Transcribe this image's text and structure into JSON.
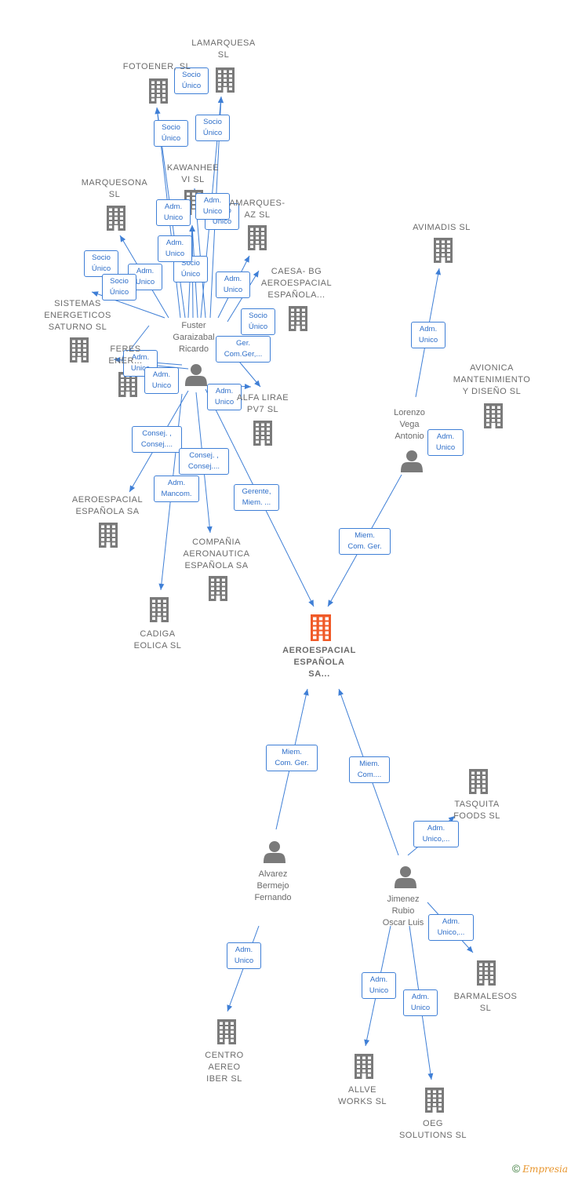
{
  "nodes": [
    {
      "id": "central",
      "type": "company",
      "central": true,
      "label": [
        "AEROESPACIAL",
        "ESPAÑOLA",
        "SA..."
      ]
    },
    {
      "id": "fuster",
      "type": "person",
      "label": [
        "Fuster",
        "Garaizabal",
        "Ricardo"
      ]
    },
    {
      "id": "lorenzo",
      "type": "person",
      "label": [
        "Lorenzo",
        "Vega",
        "Antonio"
      ]
    },
    {
      "id": "alvarez",
      "type": "person",
      "label": [
        "Alvarez",
        "Bermejo",
        "Fernando"
      ]
    },
    {
      "id": "jimenez",
      "type": "person",
      "label": [
        "Jimenez",
        "Rubio",
        "Oscar Luis"
      ]
    },
    {
      "id": "lamarquesa",
      "type": "company",
      "label": [
        "LAMARQUESA",
        "SL"
      ]
    },
    {
      "id": "fotoener",
      "type": "company",
      "label": [
        "FOTOENER, SL"
      ]
    },
    {
      "id": "kawanhee",
      "type": "company",
      "label": [
        "KAWANHEE",
        "VI SL"
      ]
    },
    {
      "id": "marquesona",
      "type": "company",
      "label": [
        "MARQUESONA",
        "SL"
      ]
    },
    {
      "id": "marquesaz",
      "type": "company",
      "label": [
        "AMARQUES-",
        "AZ  SL"
      ]
    },
    {
      "id": "caesa",
      "type": "company",
      "label": [
        "CAESA- BG",
        "AEROESPACIAL",
        "ESPAÑOLA..."
      ]
    },
    {
      "id": "sistemas",
      "type": "company",
      "label": [
        "SISTEMAS",
        "ENERGETICOS",
        "SATURNO  SL"
      ]
    },
    {
      "id": "feres",
      "type": "company",
      "label": [
        "FERES",
        "ENER..."
      ]
    },
    {
      "id": "alfa",
      "type": "company",
      "label": [
        "ALFA LIRAE",
        "PV7  SL"
      ]
    },
    {
      "id": "avimadis",
      "type": "company",
      "label": [
        "AVIMADIS  SL"
      ]
    },
    {
      "id": "avionica",
      "type": "company",
      "label": [
        "AVIONICA",
        "MANTENIMIENTO",
        "Y DISEÑO SL"
      ]
    },
    {
      "id": "aeroesp_sa",
      "type": "company",
      "label": [
        "AEROESPACIAL",
        "ESPAÑOLA SA"
      ]
    },
    {
      "id": "compania",
      "type": "company",
      "label": [
        "COMPAÑIA",
        "AERONAUTICA",
        "ESPAÑOLA SA"
      ]
    },
    {
      "id": "cadiga",
      "type": "company",
      "label": [
        "CADIGA",
        "EOLICA SL"
      ]
    },
    {
      "id": "tasquita",
      "type": "company",
      "label": [
        "TASQUITA",
        "FOODS  SL"
      ]
    },
    {
      "id": "barmalesos",
      "type": "company",
      "label": [
        "BARMALESOS",
        "SL"
      ]
    },
    {
      "id": "centro",
      "type": "company",
      "label": [
        "CENTRO",
        "AEREO",
        "IBER  SL"
      ]
    },
    {
      "id": "allve",
      "type": "company",
      "label": [
        "ALLVE",
        "WORKS  SL"
      ]
    },
    {
      "id": "oeg",
      "type": "company",
      "label": [
        "OEG",
        "SOLUTIONS  SL"
      ]
    }
  ],
  "edges": [
    {
      "from": "fuster",
      "to": "fotoener",
      "label": [
        "Socio",
        "Único"
      ]
    },
    {
      "from": "fuster",
      "to": "lamarquesa",
      "label": [
        "Socio",
        "Único"
      ]
    },
    {
      "from": "fuster",
      "to": "fotoener",
      "label": [
        "Socio",
        "Único"
      ]
    },
    {
      "from": "fuster",
      "to": "lamarquesa",
      "label": [
        "Socio",
        "Único"
      ]
    },
    {
      "from": "fuster",
      "to": "kawanhee",
      "label": [
        "Adm.",
        "Unico"
      ]
    },
    {
      "from": "fuster",
      "to": "kawanhee",
      "label": [
        "Adm.",
        "Unico"
      ]
    },
    {
      "from": "fuster",
      "to": "kawanhee",
      "label": [
        "Socio",
        "Único"
      ]
    },
    {
      "from": "fuster",
      "to": "marquesona",
      "label": [
        "Socio",
        "Único"
      ]
    },
    {
      "from": "fuster",
      "to": "marquesona",
      "label": [
        "Adm.",
        "Unico"
      ]
    },
    {
      "from": "fuster",
      "to": "sistemas",
      "label": [
        "Socio",
        "Único"
      ]
    },
    {
      "from": "fuster",
      "to": "kawanhee",
      "label": [
        "Adm.",
        "Unico"
      ]
    },
    {
      "from": "fuster",
      "to": "marquesaz",
      "label": [
        "Adm.",
        "Unico"
      ]
    },
    {
      "from": "fuster",
      "to": "marquesaz",
      "label": [
        "Socio",
        "Único"
      ]
    },
    {
      "from": "fuster",
      "to": "alfa",
      "label": [
        "Ger.",
        "Com.Ger,..."
      ]
    },
    {
      "from": "fuster",
      "to": "feres",
      "label": [
        "Adm.",
        "Unico"
      ]
    },
    {
      "from": "fuster",
      "to": "feres",
      "label": [
        "Adm.",
        "Unico"
      ]
    },
    {
      "from": "fuster",
      "to": "alfa",
      "label": [
        "Adm.",
        "Unico"
      ]
    },
    {
      "from": "fuster",
      "to": "aeroesp_sa",
      "label": [
        "Consej. ,",
        "Consej...."
      ]
    },
    {
      "from": "fuster",
      "to": "compania",
      "label": [
        "Consej. ,",
        "Consej...."
      ]
    },
    {
      "from": "fuster",
      "to": "cadiga",
      "label": [
        "Adm.",
        "Mancom."
      ]
    },
    {
      "from": "fuster",
      "to": "central",
      "label": [
        "Gerente,",
        "Miem. ..."
      ]
    },
    {
      "from": "lorenzo",
      "to": "avimadis",
      "label": [
        "Adm.",
        "Unico"
      ]
    },
    {
      "from": "lorenzo",
      "to": "avionica",
      "label": [
        "Adm.",
        "Unico"
      ]
    },
    {
      "from": "lorenzo",
      "to": "central",
      "label": [
        "Miem.",
        "Com. Ger."
      ]
    },
    {
      "from": "alvarez",
      "to": "central",
      "label": [
        "Miem.",
        "Com. Ger."
      ]
    },
    {
      "from": "alvarez",
      "to": "centro",
      "label": [
        "Adm.",
        "Unico"
      ]
    },
    {
      "from": "jimenez",
      "to": "central",
      "label": [
        "Miem.",
        "Com...."
      ]
    },
    {
      "from": "jimenez",
      "to": "tasquita",
      "label": [
        "Adm.",
        "Unico,..."
      ]
    },
    {
      "from": "jimenez",
      "to": "barmalesos",
      "label": [
        "Adm.",
        "Unico,..."
      ]
    },
    {
      "from": "jimenez",
      "to": "allve",
      "label": [
        "Adm.",
        "Unico"
      ]
    },
    {
      "from": "jimenez",
      "to": "oeg",
      "label": [
        "Adm.",
        "Unico"
      ]
    }
  ],
  "footer": {
    "copyright": "©",
    "brand": "Empresia"
  },
  "colors": {
    "edge": "#3f7fd6",
    "icon": "#7a7a7a",
    "central_icon": "#f05a28",
    "label": "#6b6b6b"
  }
}
